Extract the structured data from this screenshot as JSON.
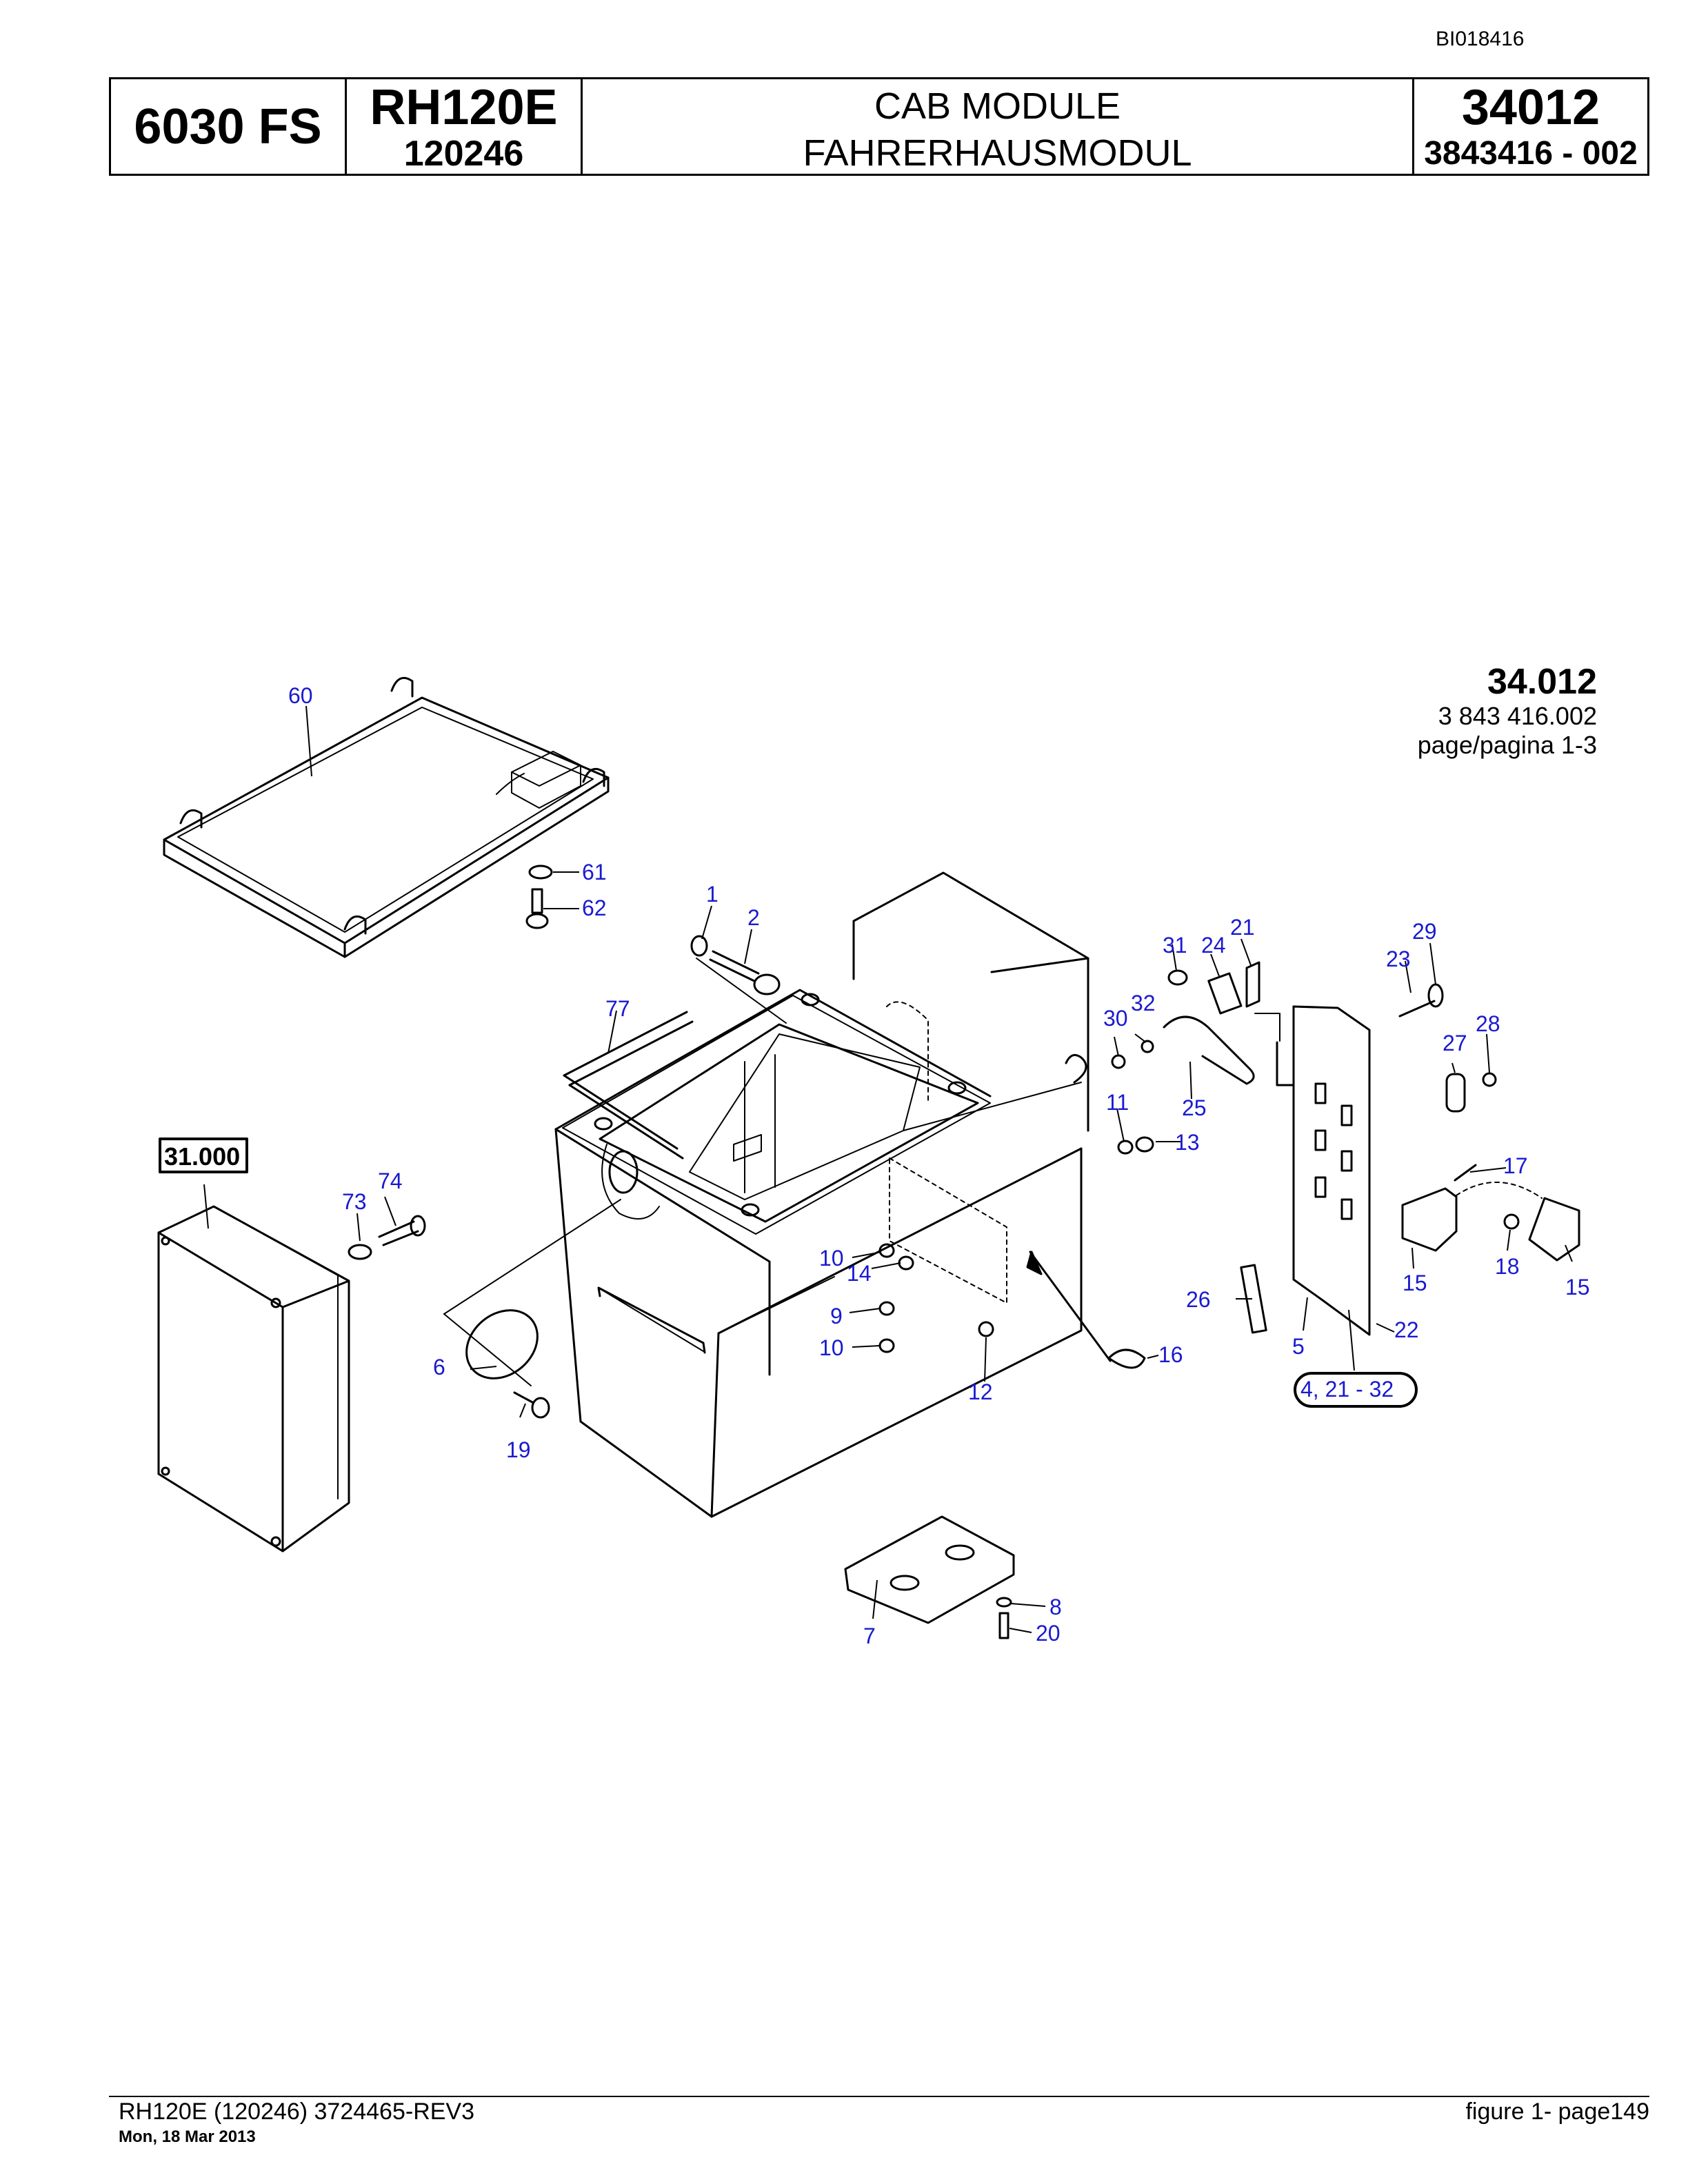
{
  "document_id": "BI018416",
  "header": {
    "machine": "6030 FS",
    "model": "RH120E",
    "serial": "120246",
    "title_en": "CAB MODULE",
    "title_de": "FAHRERHAUSMODUL",
    "group": "34012",
    "part_no": "3843416  - 002"
  },
  "figure_ref": {
    "group": "34.012",
    "part_no": "3 843 416.002",
    "page": "page/pagina 1-3"
  },
  "callouts": {
    "c1": "1",
    "c2": "2",
    "c4_range": "4, 21  - 32",
    "c5": "5",
    "c6": "6",
    "c7": "7",
    "c8": "8",
    "c9": "9",
    "c10a": "10",
    "c10b": "10",
    "c11": "11",
    "c12": "12",
    "c13": "13",
    "c14": "14",
    "c15a": "15",
    "c15b": "15",
    "c16": "16",
    "c17": "17",
    "c18": "18",
    "c19": "19",
    "c20": "20",
    "c21": "21",
    "c22": "22",
    "c23": "23",
    "c24": "24",
    "c25": "25",
    "c26": "26",
    "c27": "27",
    "c28": "28",
    "c29": "29",
    "c30": "30",
    "c31": "31",
    "c32": "32",
    "c60": "60",
    "c61": "61",
    "c62": "62",
    "c73": "73",
    "c74": "74",
    "c77": "77",
    "ref_31000": "31.000"
  },
  "footer": {
    "left": "RH120E (120246) 3724465-REV3",
    "date": "Mon, 18 Mar 2013",
    "right": "figure  1- page149"
  }
}
